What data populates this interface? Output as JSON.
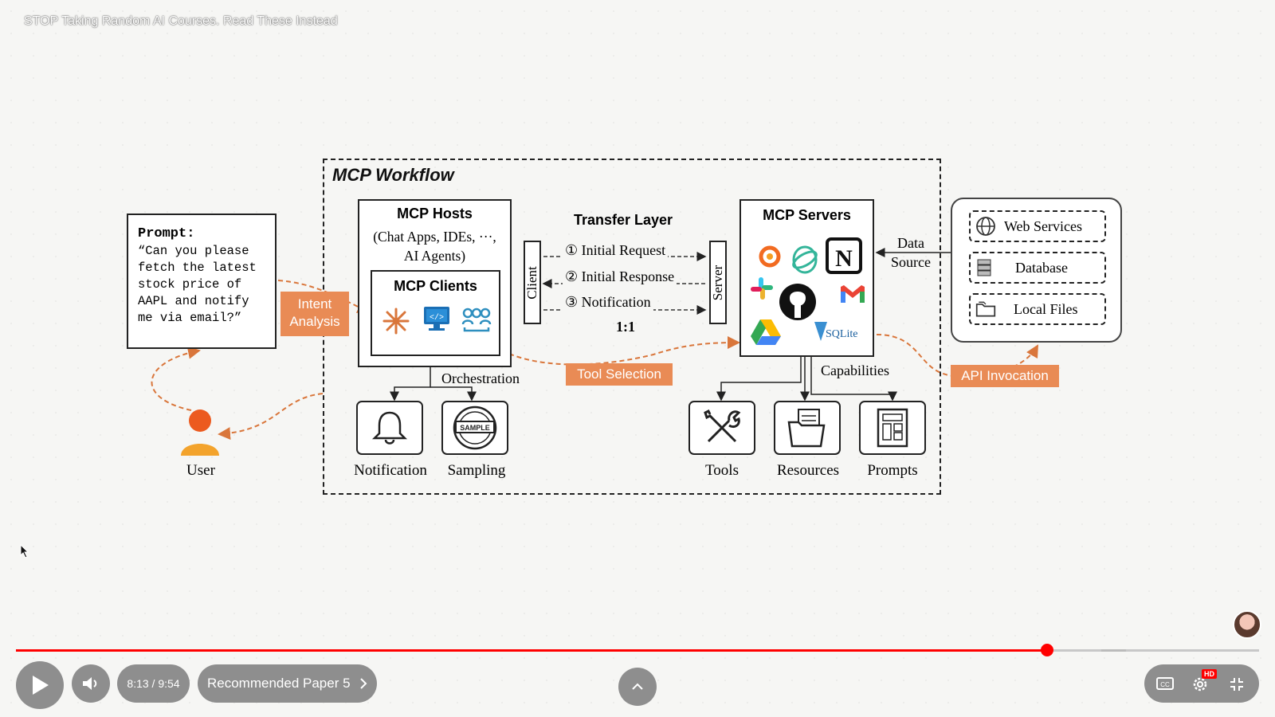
{
  "video": {
    "title": "STOP Taking Random AI Courses. Read These Instead"
  },
  "diagram": {
    "workflow_title": "MCP Workflow",
    "prompt": {
      "label": "Prompt:",
      "text": "“Can you please fetch the latest stock price of AAPL and notify me via email?”"
    },
    "user_label": "User",
    "intent_tag": "Intent Analysis",
    "hosts": {
      "title": "MCP Hosts",
      "subtitle": "(Chat Apps, IDEs, ···, AI Agents)"
    },
    "clients_title": "MCP Clients",
    "orchestration_label": "Orchestration",
    "client_bar": "Client",
    "server_bar": "Server",
    "transfer": {
      "title": "Transfer Layer",
      "steps": [
        "① Initial Request",
        "② Initial Response",
        "③ Notification"
      ],
      "ratio": "1:1"
    },
    "tool_selection_tag": "Tool Selection",
    "servers_title": "MCP Servers",
    "capabilities_label": "Capabilities",
    "data_source_label": "Data Source",
    "api_tag": "API Invocation",
    "data_sources": [
      "Web Services",
      "Database",
      "Local Files"
    ],
    "client_features": [
      "Notification",
      "Sampling"
    ],
    "server_features": [
      "Tools",
      "Resources",
      "Prompts"
    ],
    "sample_stamp": "SAMPLE",
    "sqlite_label": "SQLite",
    "accent_color": "#e98b55"
  },
  "player": {
    "timecode": "8:13 / 9:54",
    "chapter": "Recommended Paper 5",
    "progress_fraction": 0.8296,
    "icons": [
      "play-icon",
      "volume-icon",
      "chevron-right-icon",
      "chevron-up-icon",
      "captions-icon",
      "settings-icon",
      "exit-fullscreen-icon"
    ],
    "hd_badge": "HD"
  }
}
